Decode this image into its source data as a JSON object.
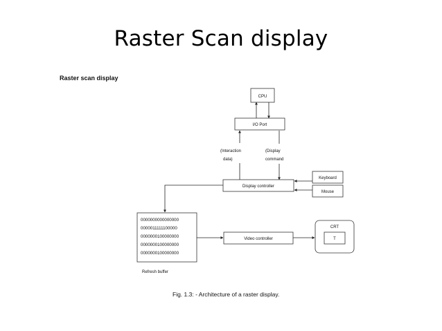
{
  "slide": {
    "title": "Raster Scan display"
  },
  "figure": {
    "heading": "Raster scan display",
    "caption": "Fig. 1.3: - Architecture of a raster display.",
    "blocks": {
      "cpu": "CPU",
      "io_port": "I/O Port",
      "display_controller": "Display controller",
      "keyboard": "Keyboard",
      "mouse": "Mouse",
      "video_controller": "Video controller",
      "crt": "CRT",
      "crt_screen": "T"
    },
    "labels": {
      "interaction_line1": "(Interaction",
      "interaction_line2": "data)",
      "display_cmd_line1": "(Display",
      "display_cmd_line2": "command"
    },
    "refresh_buffer": {
      "rows": [
        "0000000000000000",
        "0000011111100000",
        "0000000100000000",
        "0000000100000000",
        "0000000100000000"
      ],
      "label": "Refresh buffer"
    }
  }
}
